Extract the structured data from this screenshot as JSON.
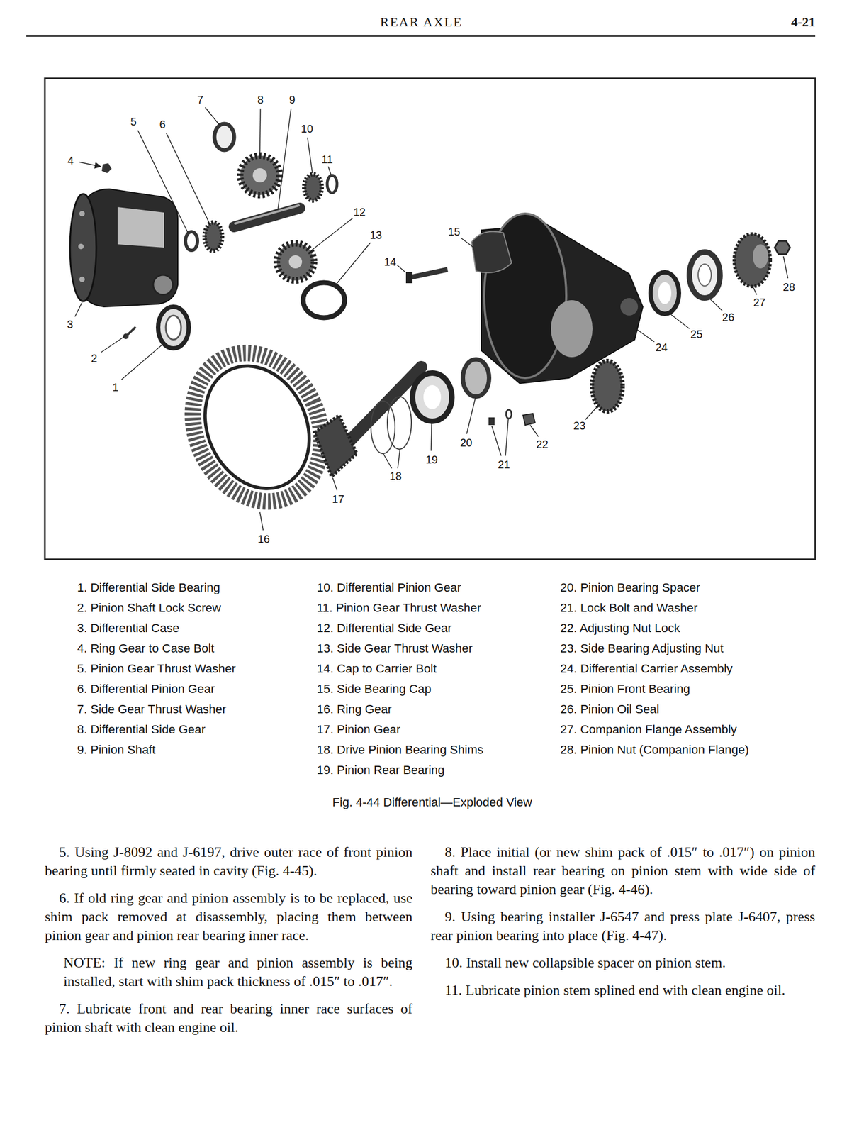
{
  "diagram": {
    "title": "REAR AXLE",
    "caption": "Fig. 4-44 Differential—Exploded View",
    "labels": [
      "4-21",
      "1",
      "2",
      "3",
      "4",
      "5",
      "6",
      "7",
      "8",
      "9",
      "10",
      "11",
      "12",
      "13",
      "14",
      "15",
      "16",
      "17",
      "18",
      "19",
      "20",
      "21",
      "22",
      "23",
      "24",
      "25",
      "26",
      "27",
      "28",
      "1. Differential Side Bearing",
      "2. Pinion Shaft Lock Screw",
      "3. Differential Case",
      "4. Ring Gear to Case Bolt",
      "5. Pinion Gear Thrust Washer",
      "6. Differential Pinion Gear",
      "7. Side Gear Thrust Washer",
      "8. Differential Side Gear",
      "9. Pinion Shaft",
      "10. Differential Pinion Gear",
      "11. Pinion Gear Thrust Washer",
      "12. Differential Side Gear",
      "13. Side Gear Thrust Washer",
      "14. Cap to Carrier Bolt",
      "15. Side Bearing Cap",
      "16. Ring Gear",
      "17. Pinion Gear",
      "18. Drive Pinion Bearing Shims",
      "19. Pinion Rear Bearing",
      "20. Pinion Bearing Spacer",
      "21. Lock Bolt and Washer",
      "22. Adjusting Nut Lock",
      "23. Side Bearing Adjusting Nut",
      "24. Differential Carrier Assembly",
      "25. Pinion Front Bearing",
      "26. Pinion Oil Seal",
      "27. Companion Flange Assembly",
      "28. Pinion Nut (Companion Flange)",
      "5. Using J-8092 and J-6197, drive outer race of front pinion bearing until firmly seated in cavity (Fig. 4-45).",
      "6. If old ring gear and pinion assembly is to be replaced, use shim pack removed at disassembly, placing them between pinion gear and pinion rear bearing inner race.",
      "NOTE: If new ring gear and pinion assembly is being installed, start with shim pack thickness of .015″ to .017″.",
      "7. Lubricate front and rear bearing inner race surfaces of pinion shaft with clean engine oil.",
      "8. Place initial (or new shim pack of .015″ to .017″) on pinion shaft and install rear bearing on pinion stem with wide side of bearing toward pinion gear (Fig. 4-46).",
      "9. Using bearing installer J-6547 and press plate J-6407, press rear pinion bearing into place (Fig. 4-47).",
      "10. Install new collapsible spacer on pinion stem.",
      "11. Lubricate pinion stem splined end with clean engine oil."
    ]
  }
}
